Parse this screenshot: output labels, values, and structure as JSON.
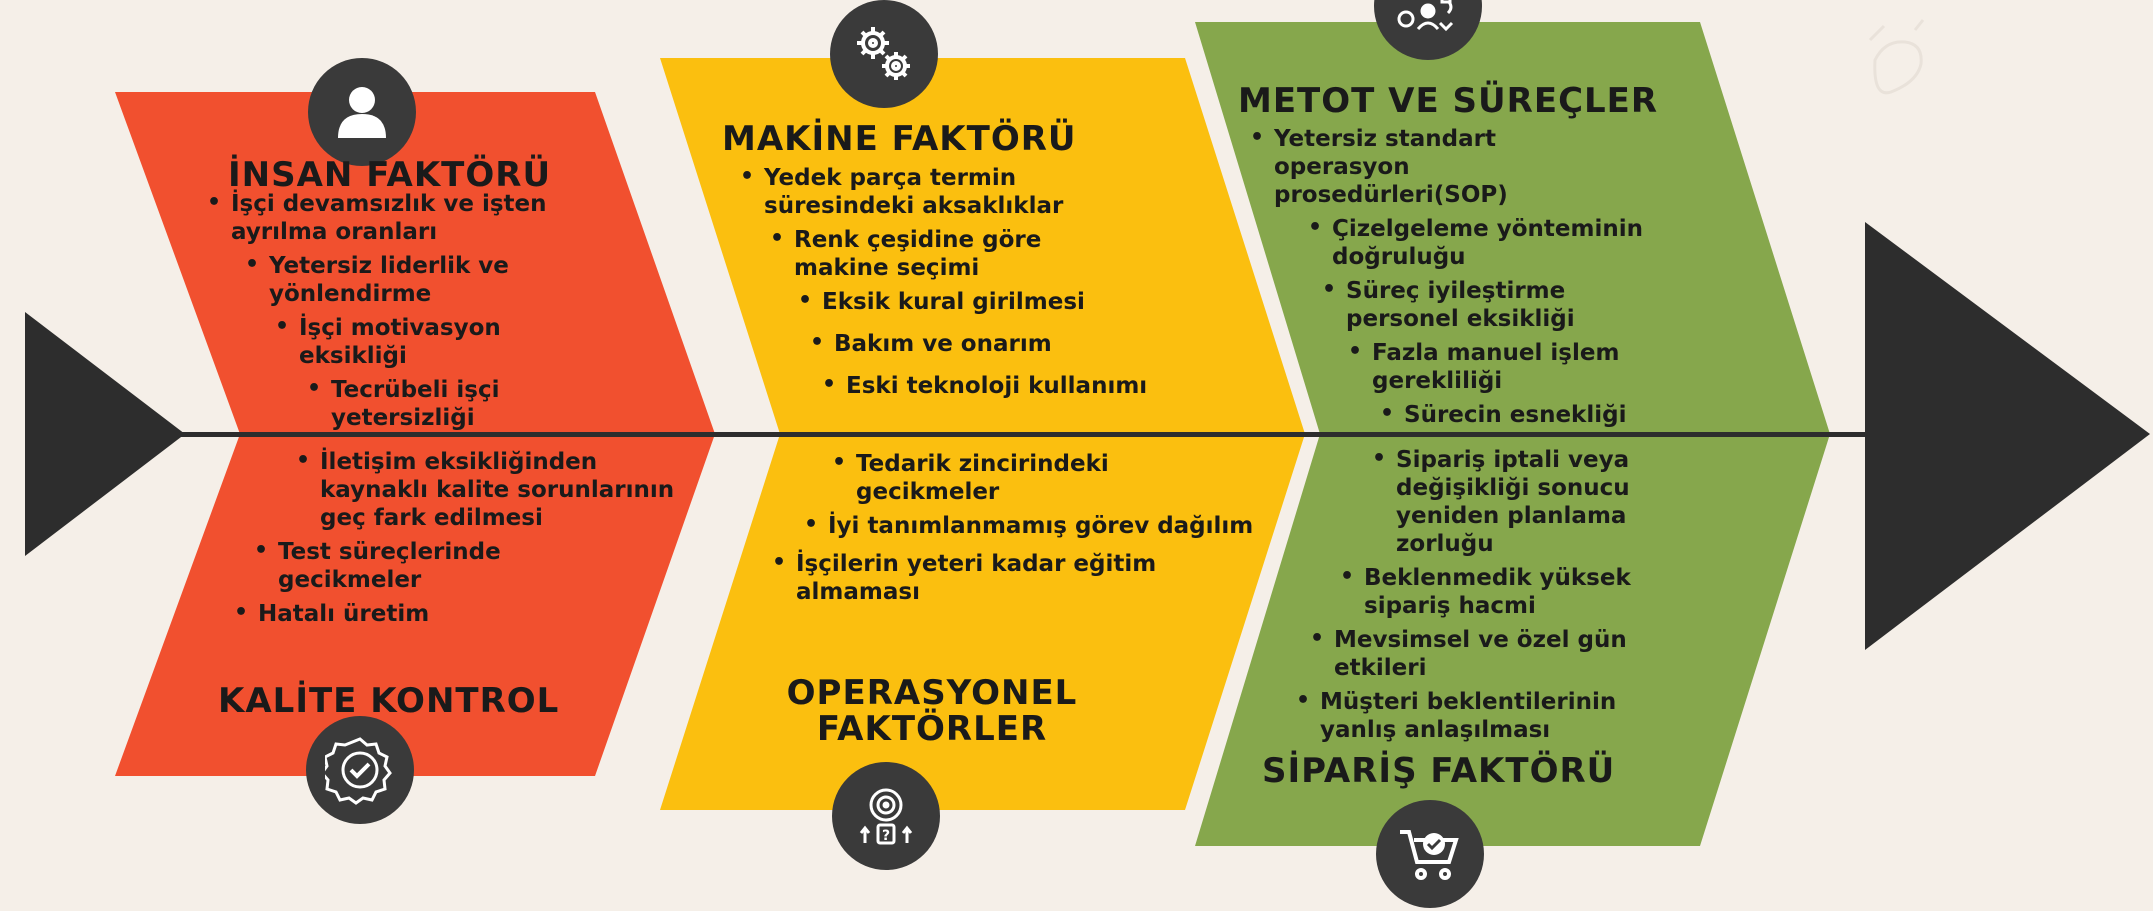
{
  "colors": {
    "background": "#f5efe8",
    "red": "#f1502f",
    "yellow": "#fbbf0f",
    "green": "#86a74c",
    "dark": "#3a3a3a"
  },
  "insan": {
    "title": "İNSAN FAKTÖRÜ",
    "icon": "person-icon",
    "items": [
      "İşçi devamsızlık ve işten ayrılma oranları",
      "Yetersiz liderlik ve yönlendirme",
      "İşçi motivasyon eksikliği",
      "Tecrübeli işçi yetersizliği"
    ]
  },
  "kalite": {
    "title": "KALİTE KONTROL",
    "icon": "quality-badge-icon",
    "items": [
      "İletişim eksikliğinden kaynaklı kalite sorunlarının geç fark edilmesi",
      "Test süreçlerinde gecikmeler",
      "Hatalı üretim"
    ]
  },
  "makine": {
    "title": "MAKİNE FAKTÖRÜ",
    "icon": "gears-icon",
    "items": [
      "Yedek parça termin süresindeki aksaklıklar",
      "Renk çeşidine göre makine seçimi",
      "Eksik kural girilmesi",
      "Bakım ve onarım",
      "Eski teknoloji kullanımı"
    ]
  },
  "operasyonel": {
    "title_line1": "OPERASYONEL",
    "title_line2": "FAKTÖRLER",
    "icon": "operations-icon",
    "items": [
      "Tedarik zincirindeki gecikmeler",
      "İyi tanımlanmamış görev dağılım",
      "İşçilerin yeteri kadar eğitim almaması"
    ]
  },
  "metot": {
    "title": "METOT VE SÜREÇLER",
    "icon": "process-idea-icon",
    "items": [
      "Yetersiz standart operasyon prosedürleri(SOP)",
      "Çizelgeleme yönteminin doğruluğu",
      "Süreç iyileştirme personel eksikliği",
      "Fazla manuel işlem gerekliliği",
      "Sürecin esnekliği"
    ]
  },
  "siparis": {
    "title": "SİPARİŞ FAKTÖRÜ",
    "icon": "shopping-cart-check-icon",
    "items": [
      "Sipariş iptali veya değişikliği sonucu yeniden planlama zorluğu",
      "Beklenmedik yüksek sipariş hacmi",
      "Mevsimsel ve özel gün etkileri",
      "Müşteri beklentilerinin yanlış anlaşılması"
    ]
  }
}
